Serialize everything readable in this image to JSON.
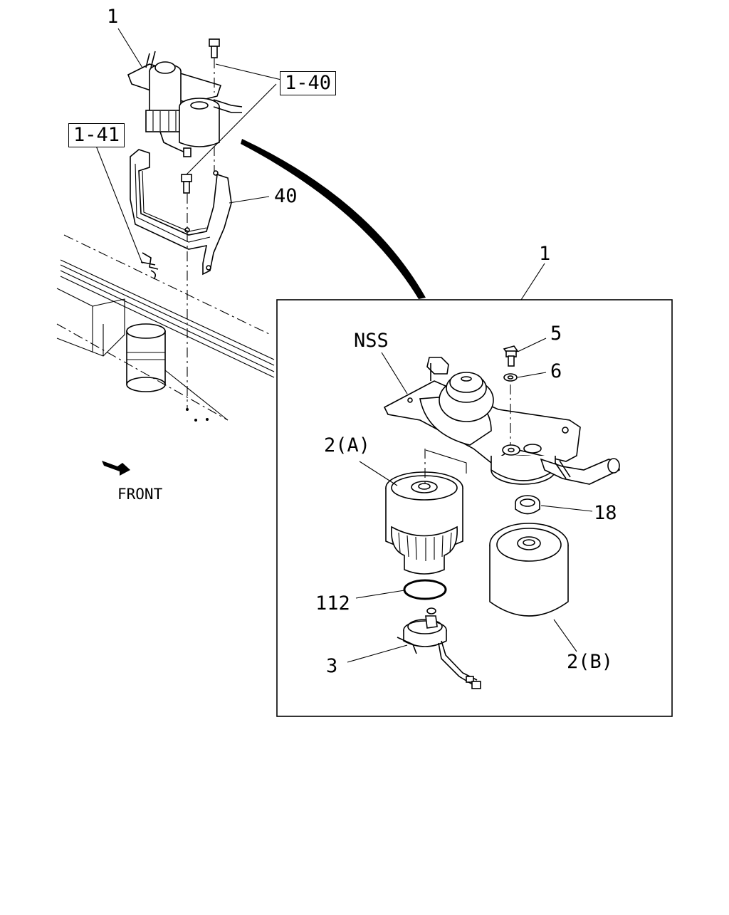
{
  "diagram": {
    "callouts": {
      "assy_overview": "1",
      "ref_1_40": "1-40",
      "ref_1_41": "1-41",
      "bracket": "40",
      "assy_detail": "1",
      "nss": "NSS",
      "bolt": "5",
      "washer": "6",
      "filter_a": "2(A)",
      "seal": "18",
      "o_ring": "112",
      "sensor": "3",
      "filter_b": "2(B)"
    },
    "direction": "FRONT"
  }
}
